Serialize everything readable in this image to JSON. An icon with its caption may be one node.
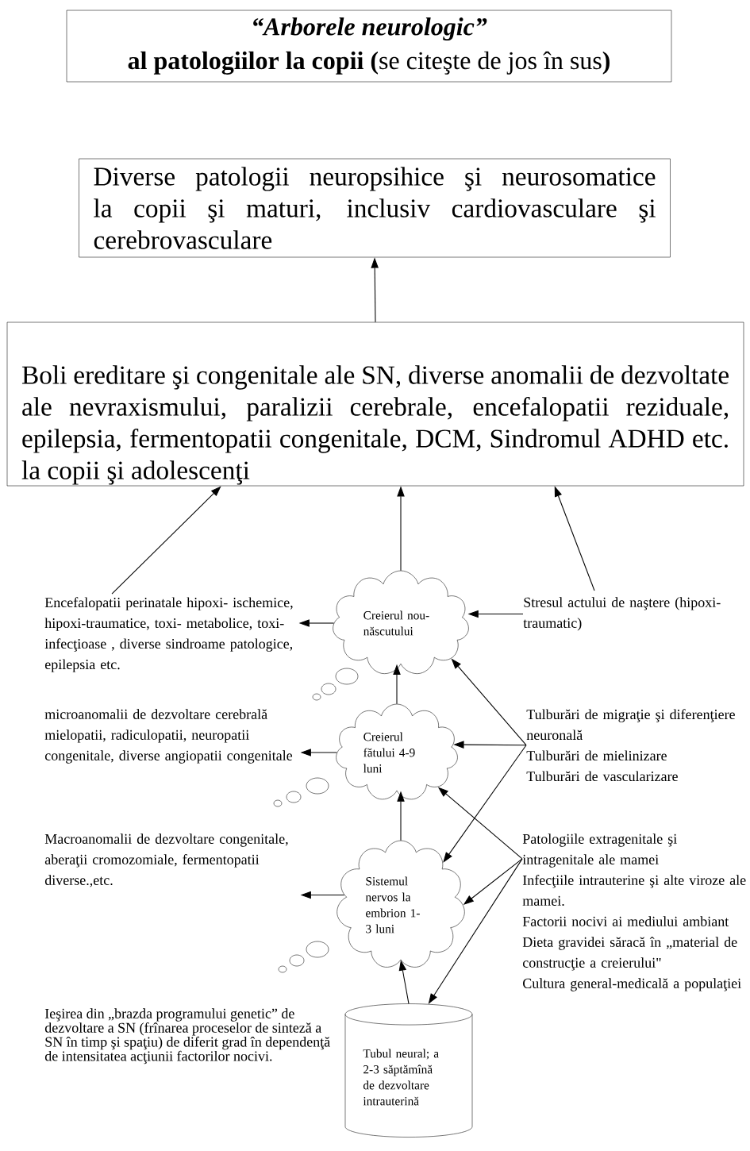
{
  "diagram": {
    "nodes": [
      {
        "text": [
          "“Arborele neurologic”",
          "**al patologiilor la copii (**se citeşte de jos în sus**)**"
        ]
      },
      {
        "text": [
          "Diverse patologii neuropsihice şi neurosomatice la copii şi maturi, inclusiv cardiovasculare şi cerebrovasculare"
        ]
      },
      {
        "text": [
          "Boli ereditare şi congenitale ale SN, diverse anomalii de dezvoltate ale nevraxismului, paralizii cerebrale, encefalopatii reziduale, epilepsia, fermentopatii congenitale, DCM, Sindromul ADHD etc. la copii şi adolescenţi"
        ]
      },
      {
        "text": [
          "Encefalopatii perinatale hipoxi- ischemice, hipoxi-traumatice, toxi- metabolice, toxi-infecţioase , diverse sindroame patologice, epilepsia etc."
        ]
      },
      {
        "text": [
          "Creierul nou-născutului"
        ]
      },
      {
        "text": [
          "Stresul actului de naştere (hipoxi-traumatic)"
        ]
      },
      {
        "text": [
          "microanomalii de dezvoltare cerebrală mielopatii, radiculopatii, neuropatii congenitale, diverse angiopatii congenitale"
        ]
      },
      {
        "text": [
          "Creierul fătului 4-9 luni"
        ]
      },
      {
        "text": [
          "Tulburări de migraţie şi diferenţiere neuronală",
          "Tulburări de mielinizare",
          "Tulburări de vascularizare"
        ]
      },
      {
        "text": [
          "Macroanomalii de dezvoltare congenitale, aberaţii cromozomiale, fermentopatii diverse.,etc."
        ]
      },
      {
        "text": [
          "Sistemul nervos la embrion 1-3 luni"
        ]
      },
      {
        "text": [
          "Patologiile extragenitale şi intragenitale ale mamei",
          "Infecţiile intrauterine şi alte viroze ale mamei.",
          "Factorii nocivi ai mediului ambiant",
          "Dieta gravidei săracă în „material de construcţie a creierului\"",
          "Cultura general-medicală a populaţiei"
        ]
      },
      {
        "text": [
          "Tubul neural; a 2-3 săptămînă de dezvoltare intrauterină"
        ]
      }
    ],
    "edges": [
      {
        "from": 2,
        "to": 1,
        "arrow": "to"
      },
      {
        "from": 3,
        "to": 2,
        "arrow": "to"
      },
      {
        "from": 4,
        "to": 2,
        "arrow": "to"
      },
      {
        "from": 5,
        "to": 2,
        "arrow": "to"
      },
      {
        "from": 4,
        "to": 3,
        "arrow": "to"
      },
      {
        "from": 5,
        "to": 4,
        "arrow": "to"
      },
      {
        "from": 7,
        "to": 4,
        "arrow": "to"
      },
      {
        "from": 7,
        "to": 6,
        "arrow": "to"
      },
      {
        "from": 8,
        "to": 4,
        "arrow": "to"
      },
      {
        "from": 8,
        "to": 7,
        "arrow": "to"
      },
      {
        "from": 8,
        "to": 10,
        "arrow": "to"
      },
      {
        "from": 11,
        "to": 10,
        "arrow": "to"
      },
      {
        "from": 11,
        "to": 7,
        "arrow": "to"
      },
      {
        "from": 11,
        "to": 12,
        "arrow": "to"
      },
      {
        "from": 10,
        "to": 9,
        "arrow": "to"
      },
      {
        "from": 10,
        "to": 7,
        "arrow": "to"
      },
      {
        "from": 12,
        "to": 10,
        "arrow": "to"
      }
    ],
    "labels": [
      "Ieşirea din „brazda programului genetic” de dezvoltare a SN (frînarea proceselor de sinteză a SN în timp şi spaţiu) de diferit grad în dependenţă de intensitatea acţiunii factorilor nocivi."
    ]
  }
}
